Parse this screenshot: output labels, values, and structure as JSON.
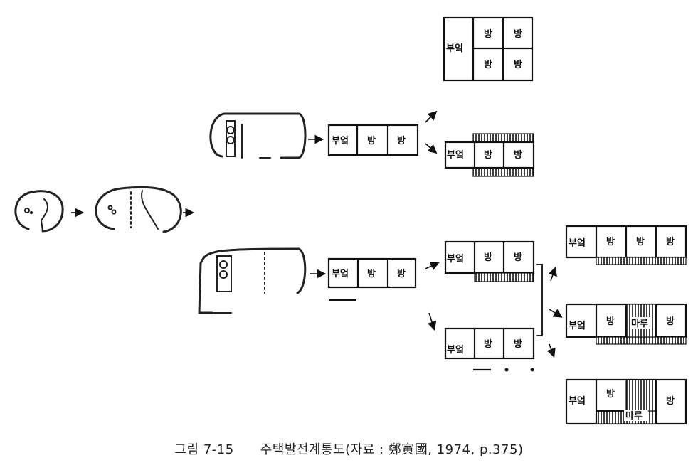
{
  "labels": {
    "kitchen": "부엌",
    "room": "방",
    "hall": "마루"
  },
  "caption": "그림 7-15　　주택발전계통도(자료 : 鄭寅國,  1974, p.375)"
}
